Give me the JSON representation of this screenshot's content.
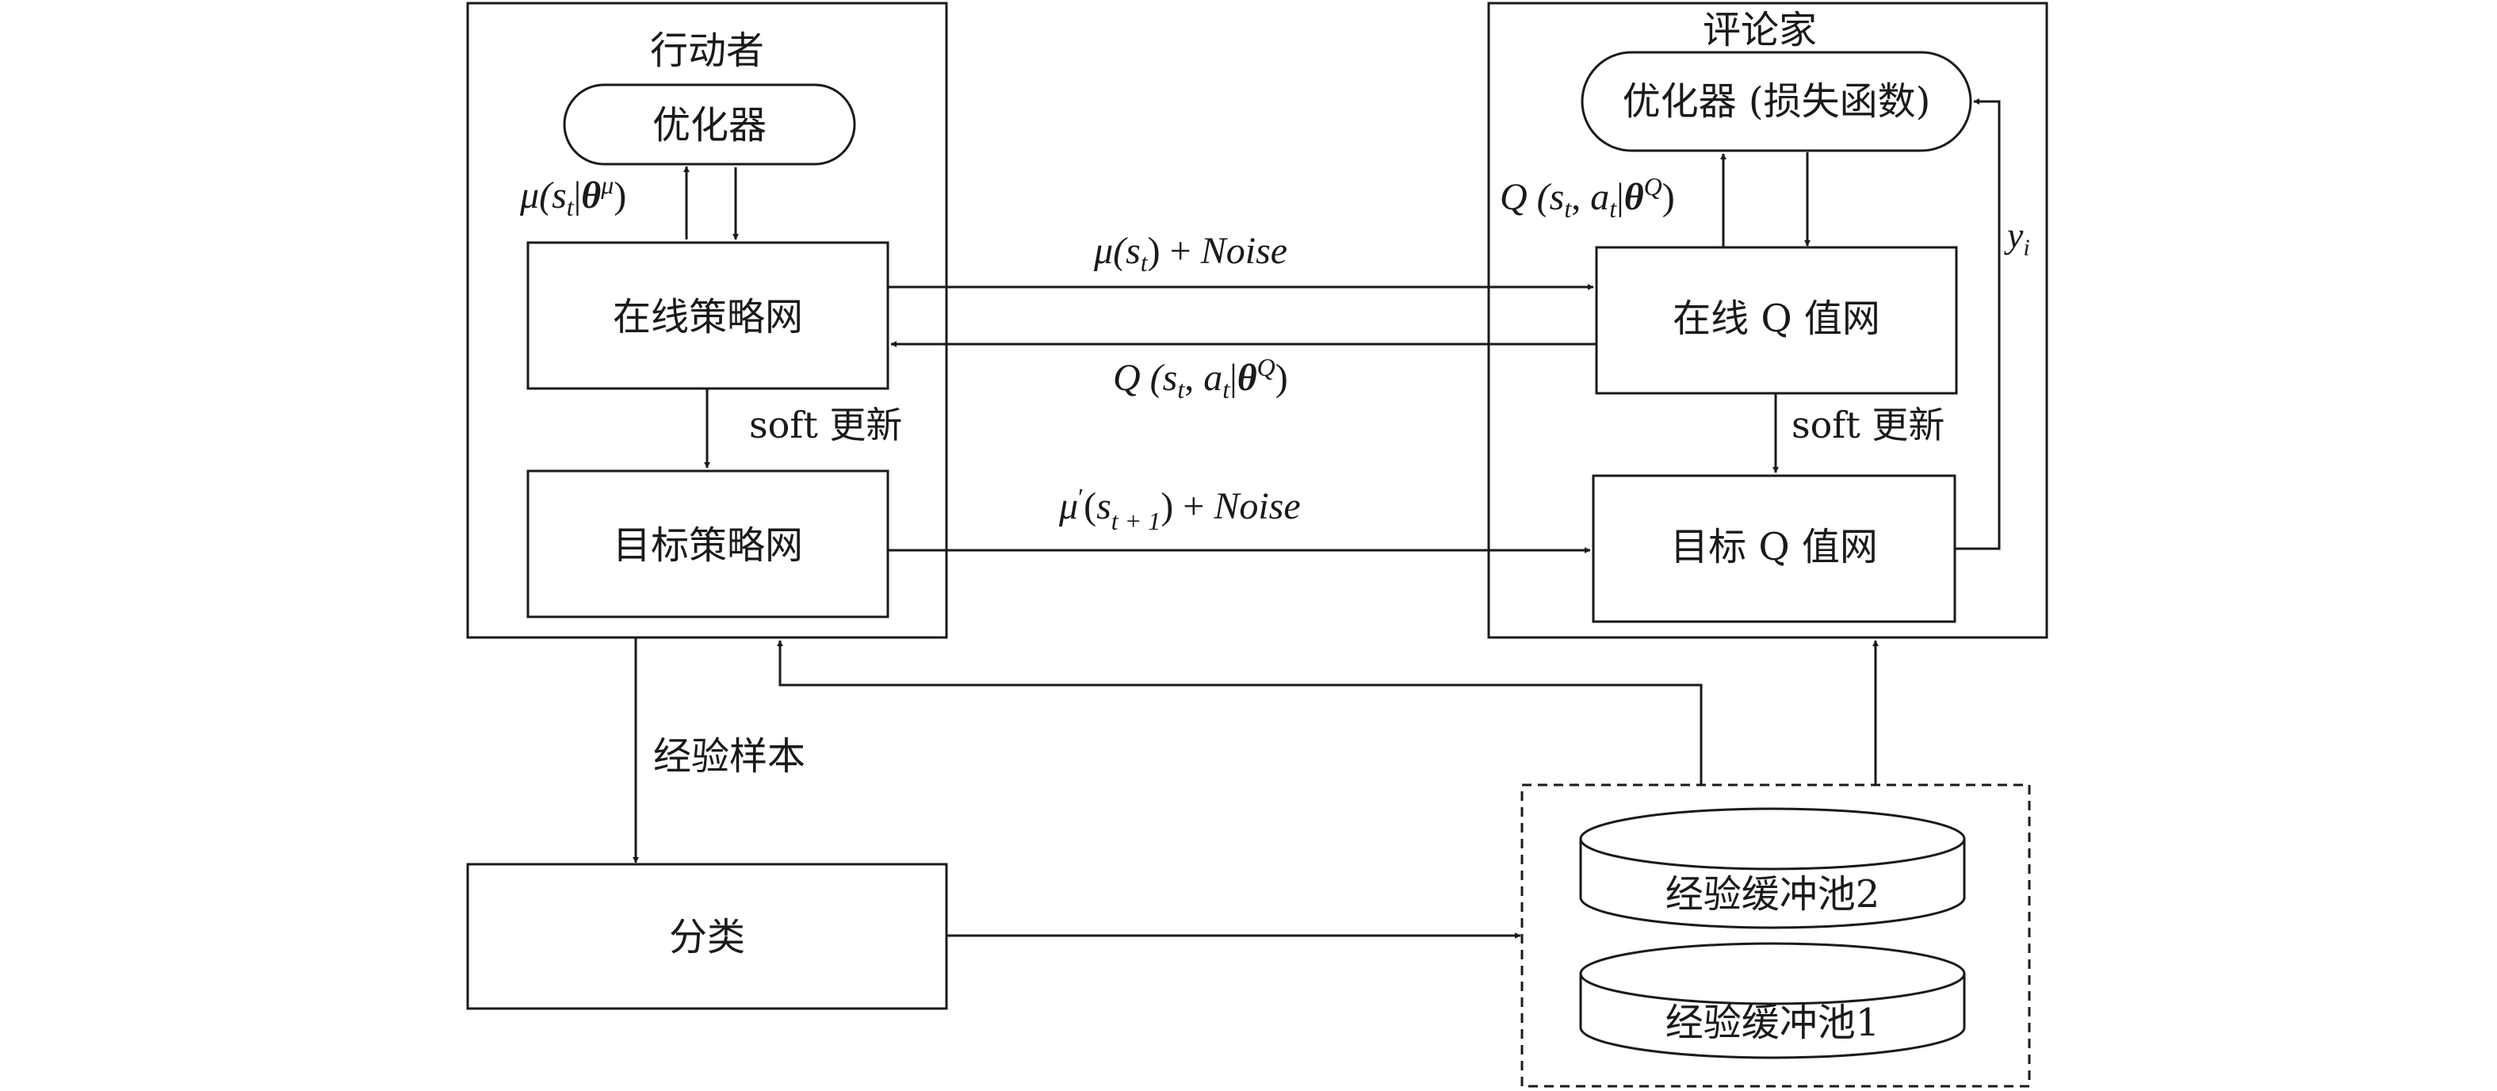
{
  "actor": {
    "title": "行动者",
    "optimizer": "优化器",
    "online_net": "在线策略网",
    "target_net": "目标策略网",
    "soft_update": "soft 更新"
  },
  "critic": {
    "title": "评论家",
    "optimizer": "优化器 (损失函数)",
    "online_net": "在线 Q 值网",
    "target_net": "目标 Q 值网",
    "soft_update": "soft 更新"
  },
  "classify": "分类",
  "experience_sample": "经验样本",
  "buffers": [
    "经验缓冲池2",
    "经验缓冲池1"
  ],
  "math": {
    "mu_grad": {
      "a": "μ(",
      "b": "s",
      "c": "t",
      "d": "|",
      "e": "θ",
      "f": "μ",
      "g": ")"
    },
    "q_grad": {
      "a": "Q (",
      "b": "s",
      "c": "t",
      "d": ", ",
      "e": "a",
      "f": "t",
      "g": "|",
      "h": "θ",
      "i": "Q",
      "j": ")"
    },
    "action_out": {
      "a": "μ(",
      "b": "s",
      "c": "t",
      "d": ")",
      "e": " + ",
      "f": "Noise"
    },
    "q_return": {
      "a": "Q (",
      "b": "s",
      "c": "t",
      "d": ", ",
      "e": "a",
      "f": "t",
      "g": "|",
      "h": "θ",
      "i": "Q",
      "j": ")"
    },
    "target_action": {
      "a": "μ",
      "b": "′",
      "c": "(",
      "d": "s",
      "e": "t + 1",
      "f": ")",
      "g": " + ",
      "h": "Noise"
    },
    "yi": {
      "a": "y",
      "b": "i"
    }
  }
}
